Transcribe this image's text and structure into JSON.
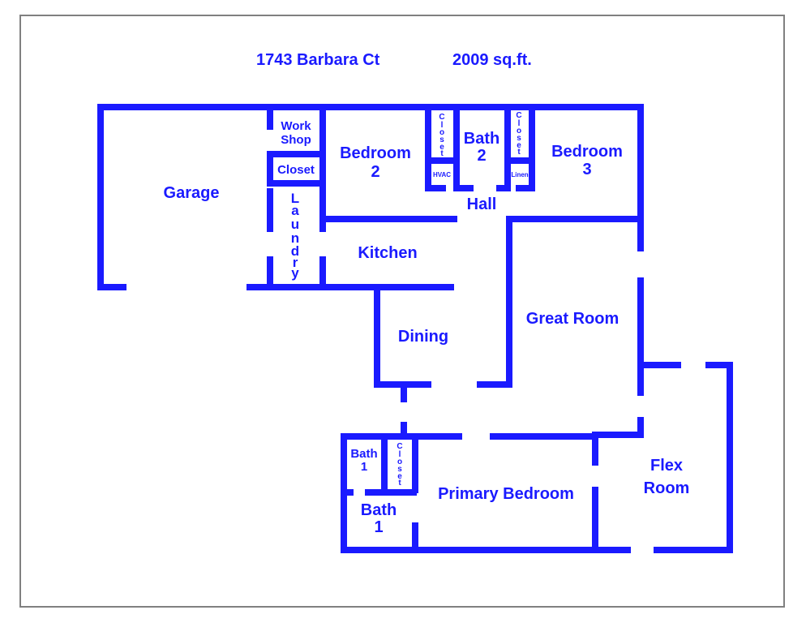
{
  "header": {
    "address": "1743 Barbara Ct",
    "area": "2009 sq.ft."
  },
  "colors": {
    "wall": "#1a1aff",
    "border": "#808080",
    "background": "#ffffff"
  },
  "rooms": {
    "work_shop": [
      "Work",
      "Shop"
    ],
    "closet_garage": "Closet",
    "garage": "Garage",
    "laundry": [
      "L",
      "a",
      "u",
      "n",
      "d",
      "r",
      "y"
    ],
    "bedroom2": [
      "Bedroom",
      "2"
    ],
    "closet_b2": [
      "C",
      "l",
      "o",
      "s",
      "e",
      "t"
    ],
    "hvac": "HVAC",
    "bath2": [
      "Bath",
      "2"
    ],
    "closet_b3": [
      "C",
      "l",
      "o",
      "s",
      "e",
      "t"
    ],
    "linen": "Linen",
    "bedroom3": [
      "Bedroom",
      "3"
    ],
    "hall": "Hall",
    "kitchen": "Kitchen",
    "dining": "Dining",
    "great_room": "Great Room",
    "bath1_small": [
      "Bath",
      "1"
    ],
    "closet_primary": [
      "C",
      "l",
      "o",
      "s",
      "e",
      "t"
    ],
    "bath1_large": [
      "Bath",
      "1"
    ],
    "primary_bedroom": "Primary Bedroom",
    "flex_room": [
      "Flex",
      "Room"
    ]
  }
}
